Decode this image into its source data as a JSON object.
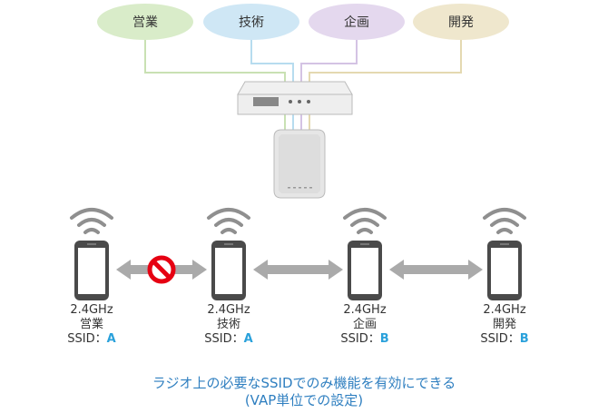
{
  "departments": [
    {
      "label": "営業",
      "color": "#d9ecc9"
    },
    {
      "label": "技術",
      "color": "#cfe7f5"
    },
    {
      "label": "企画",
      "color": "#e4d8ee"
    },
    {
      "label": "開発",
      "color": "#efe7cd"
    }
  ],
  "devices": [
    {
      "band": "2.4GHz",
      "dept": "営業",
      "ssid_prefix": "SSID：",
      "ssid": "A"
    },
    {
      "band": "2.4GHz",
      "dept": "技術",
      "ssid_prefix": "SSID：",
      "ssid": "A"
    },
    {
      "band": "2.4GHz",
      "dept": "企画",
      "ssid_prefix": "SSID：",
      "ssid": "B"
    },
    {
      "band": "2.4GHz",
      "dept": "開発",
      "ssid_prefix": "SSID：",
      "ssid": "B"
    }
  ],
  "caption": {
    "line1": "ラジオ上の必要なSSIDでのみ機能を有効にできる",
    "line2": "(VAP単位での設定)"
  },
  "colors": {
    "arrow": "#aaaaaa",
    "blocked": "#e60012",
    "ssid_letter": "#2aa1db",
    "caption": "#2f7fc0"
  }
}
